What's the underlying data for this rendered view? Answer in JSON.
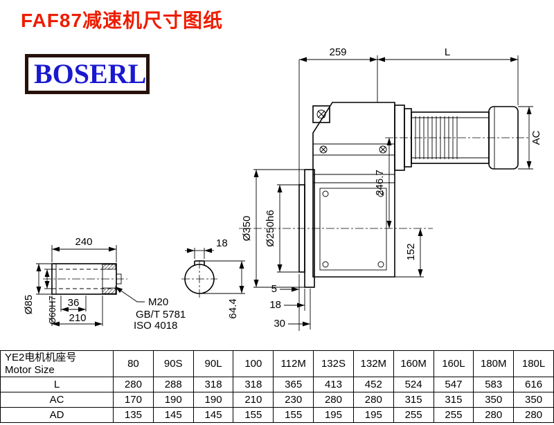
{
  "title": "FAF87减速机尺寸图纸",
  "logo_text": "BOSERL",
  "colors": {
    "title_red": "#ee1c00",
    "logo_blue": "#1a18d0",
    "logo_border": "#26120a",
    "line_black": "#000000"
  },
  "main_view": {
    "dim_259": "259",
    "dim_L": "L",
    "dim_ac": "AC",
    "dim_d350": "Ø350",
    "dim_d250h6": "Ø250h6",
    "dim_246_7": "246.7",
    "dim_152": "152",
    "dim_5": "5",
    "dim_18": "18",
    "dim_30": "30"
  },
  "shaft_view": {
    "dim_240": "240",
    "dim_18_key": "18",
    "dim_d85": "Ø85",
    "dim_d60h7": "Ø60H7",
    "dim_36": "36",
    "dim_210": "210",
    "label_m20": "M20",
    "label_gb": "GB/T 5781",
    "label_iso": "ISO 4018",
    "dim_64_4": "64.4"
  },
  "table": {
    "header_label_cn": "YE2电机机座号",
    "header_label_en": "Motor Size",
    "columns": [
      "80",
      "90S",
      "90L",
      "100",
      "112M",
      "132S",
      "132M",
      "160M",
      "160L",
      "180M",
      "180L"
    ],
    "rows": [
      {
        "label": "L",
        "values": [
          "280",
          "288",
          "318",
          "318",
          "365",
          "413",
          "452",
          "524",
          "547",
          "583",
          "616"
        ]
      },
      {
        "label": "AC",
        "values": [
          "170",
          "190",
          "190",
          "210",
          "230",
          "280",
          "280",
          "315",
          "315",
          "350",
          "350"
        ]
      },
      {
        "label": "AD",
        "values": [
          "135",
          "145",
          "145",
          "155",
          "155",
          "195",
          "195",
          "255",
          "255",
          "280",
          "280"
        ]
      }
    ]
  }
}
